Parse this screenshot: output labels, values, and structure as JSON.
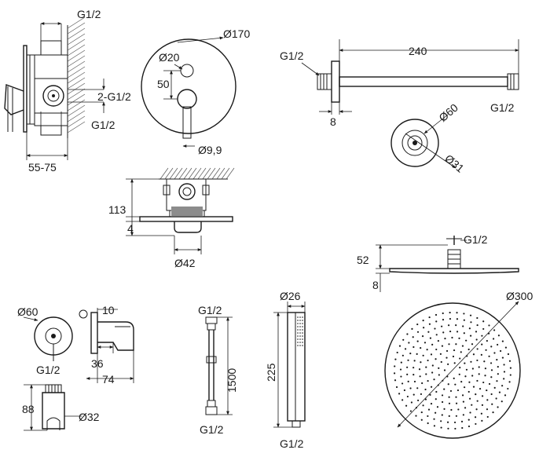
{
  "labels": {
    "valve_side_thread_top": "G1/2",
    "valve_side_thread_side": "2-G1/2",
    "valve_side_thread_bottom": "G1/2",
    "valve_side_depth": "55-75",
    "plate_diameter": "Ø170",
    "handle_hub_diameter": "Ø20",
    "handle_offset": "50",
    "lever_diameter": "Ø9,9",
    "arm_thread_left": "G1/2",
    "arm_length": "240",
    "arm_flange_thickness": "8",
    "arm_thread_right": "G1/2",
    "flange_outer_diameter": "Ø60",
    "flange_inner_diameter": "Ø31",
    "body_height": "113",
    "plate_thickness": "4",
    "body_outlet_diameter": "Ø42",
    "head_thread": "G1/2",
    "head_height": "52",
    "head_thickness": "8",
    "head_diameter": "Ø300",
    "outlet_diameter": "Ø60",
    "outlet_thread": "G1/2",
    "holder_projection": "10",
    "holder_offset": "36",
    "holder_length": "74",
    "holder_height": "88",
    "holder_diameter": "Ø32",
    "hose_thread_top": "G1/2",
    "hose_length": "1500",
    "hose_thread_bottom": "G1/2",
    "hand_diameter": "Ø26",
    "hand_length": "225",
    "hand_thread": "G1/2"
  }
}
